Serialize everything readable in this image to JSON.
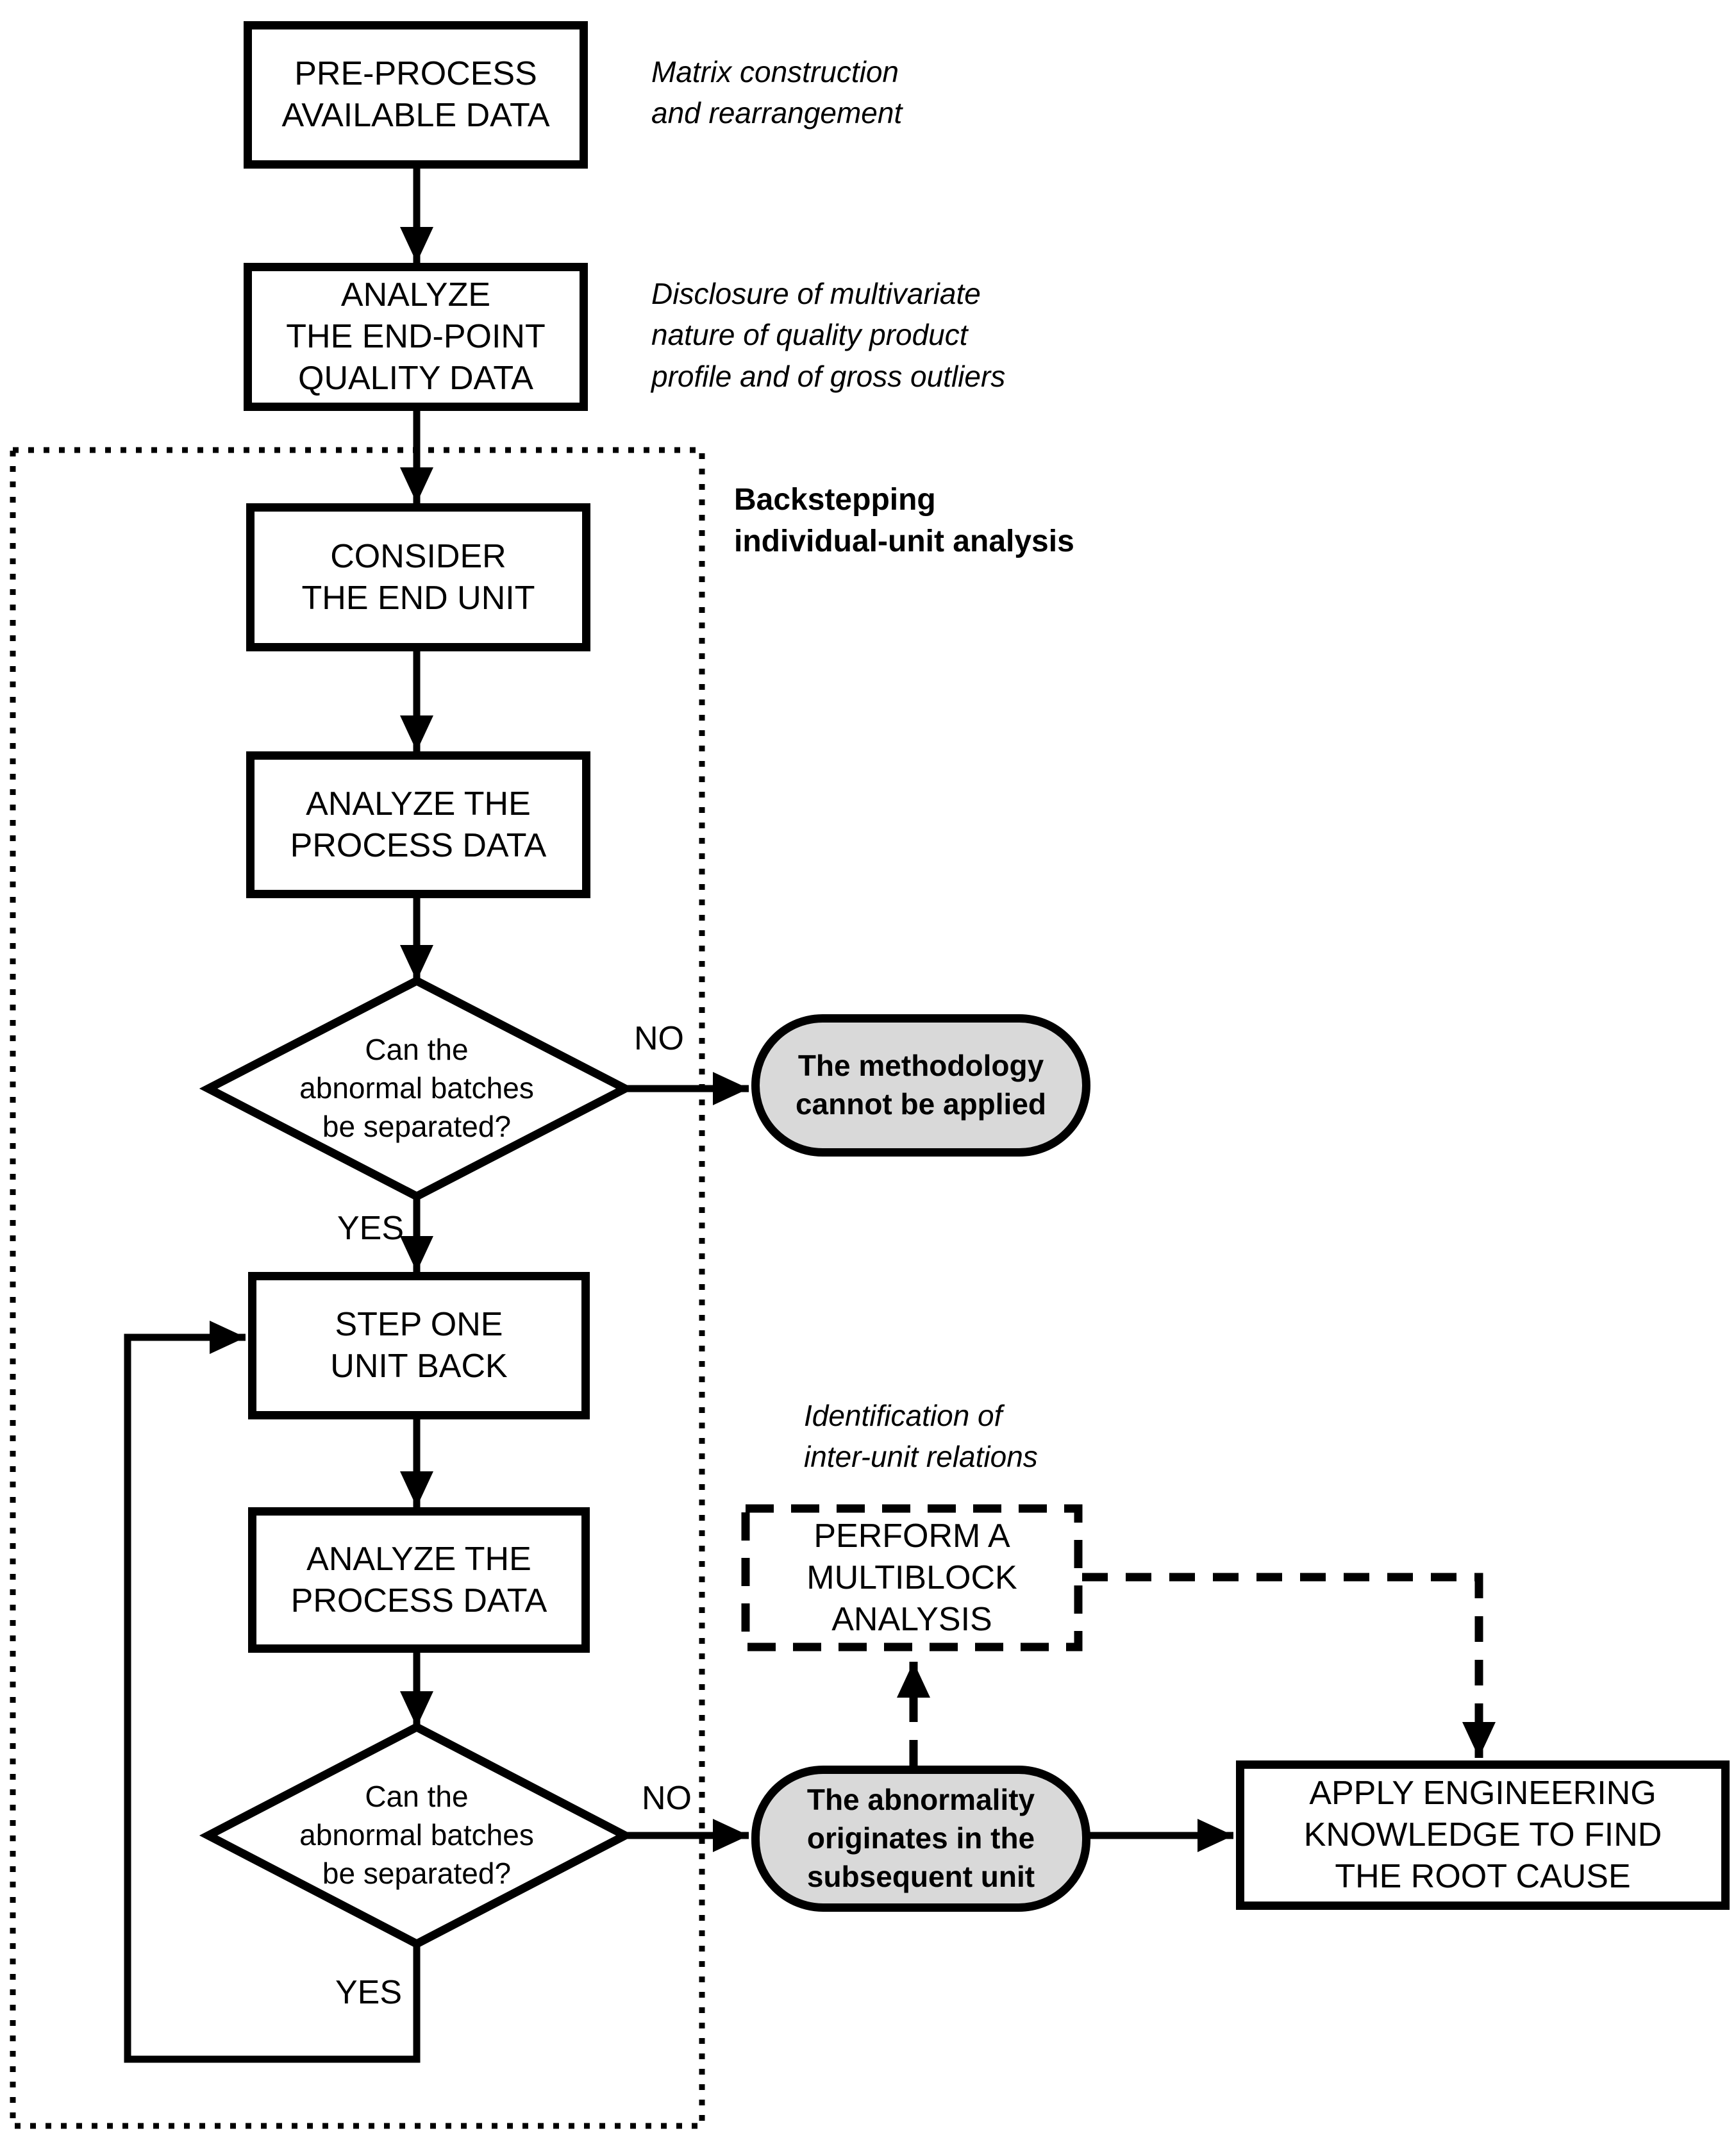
{
  "flowchart": {
    "boxes": {
      "preprocess": "PRE-PROCESS\nAVAILABLE DATA",
      "analyze_endpoint": "ANALYZE\nTHE END-POINT\nQUALITY DATA",
      "consider_end_unit": "CONSIDER\nTHE END UNIT",
      "analyze_process_1": "ANALYZE THE\nPROCESS DATA",
      "step_one_unit_back": "STEP ONE\nUNIT BACK",
      "analyze_process_2": "ANALYZE THE\nPROCESS DATA",
      "perform_multiblock": "PERFORM A\nMULTIBLOCK\nANALYSIS",
      "apply_engineering": "APPLY ENGINEERING\nKNOWLEDGE TO FIND\nTHE ROOT CAUSE"
    },
    "decisions": {
      "decision_1": "Can the\nabnormal batches\nbe separated?",
      "decision_2": "Can the\nabnormal batches\nbe separated?"
    },
    "terminals": {
      "methodology": "The methodology\ncannot be applied",
      "abnormality": "The abnormality\noriginates in the\nsubsequent unit"
    },
    "annotations": {
      "matrix": "Matrix construction\nand rearrangement",
      "disclosure": "Disclosure of multivariate\nnature of quality product\nprofile and of gross outliers",
      "backstepping": "Backstepping\nindividual-unit analysis",
      "identification": "Identification of\ninter-unit relations"
    },
    "edge_labels": {
      "no_1": "NO",
      "yes_1": "YES",
      "no_2": "NO",
      "yes_2": "YES"
    },
    "colors": {
      "terminal_fill": "#d9d9d9",
      "line": "#000000",
      "background": "#ffffff"
    }
  }
}
